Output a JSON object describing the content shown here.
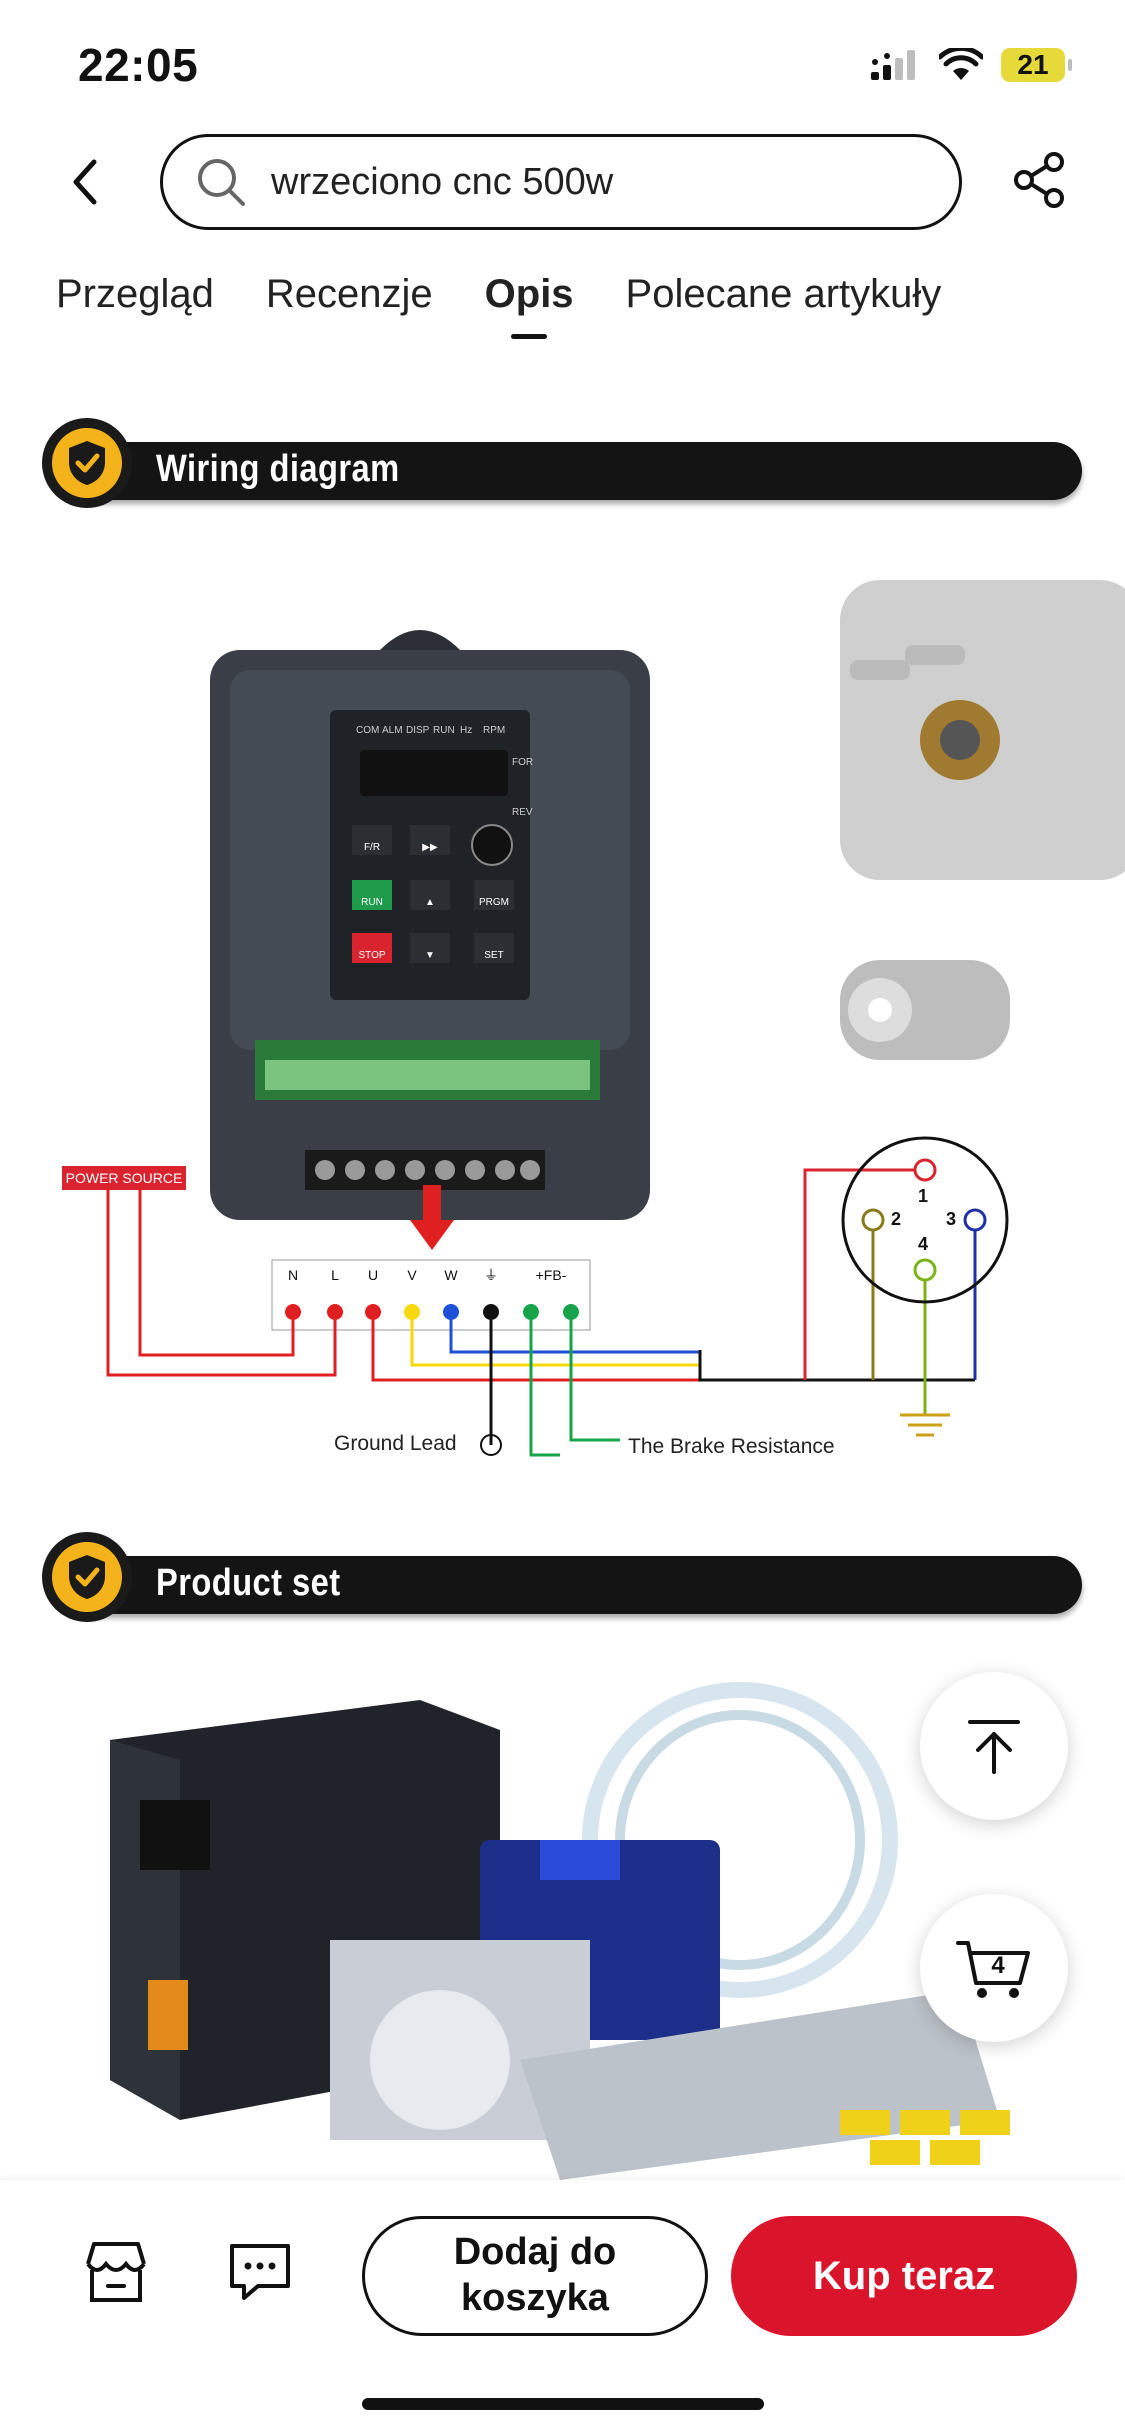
{
  "status_bar": {
    "time": "22:05",
    "battery": "21"
  },
  "search": {
    "query": "wrzeciono cnc 500w"
  },
  "tabs": [
    {
      "label": "Przegląd"
    },
    {
      "label": "Recenzje"
    },
    {
      "label": "Opis",
      "active": true
    },
    {
      "label": "Polecane artykuły"
    }
  ],
  "sections": {
    "wiring": "Wiring diagram",
    "product_set": "Product set"
  },
  "diagram": {
    "power_source": "POWER SOURCE",
    "terminals": [
      "N",
      "L",
      "U",
      "V",
      "W",
      "⏚",
      "+FB-"
    ],
    "ground_lead": "Ground Lead",
    "brake": "The Brake Resistance",
    "pins": [
      "1",
      "2",
      "3",
      "4"
    ],
    "vfd_labels": [
      "COM",
      "ALM",
      "DISP",
      "RUN",
      "Hz",
      "RPM"
    ],
    "vfd_side": [
      "FOR",
      "REV"
    ],
    "keys": [
      "F/R",
      "▶▶",
      "PRGM",
      "RUN",
      "▲",
      "STOP",
      "▼",
      "SET"
    ]
  },
  "fab": {
    "cart_count": "4"
  },
  "bottom": {
    "add_to_cart": "Dodaj do koszyka",
    "buy_now": "Kup teraz"
  },
  "colors": {
    "accent": "#d9142b",
    "badge": "#f4b31a",
    "banner": "#141414"
  }
}
